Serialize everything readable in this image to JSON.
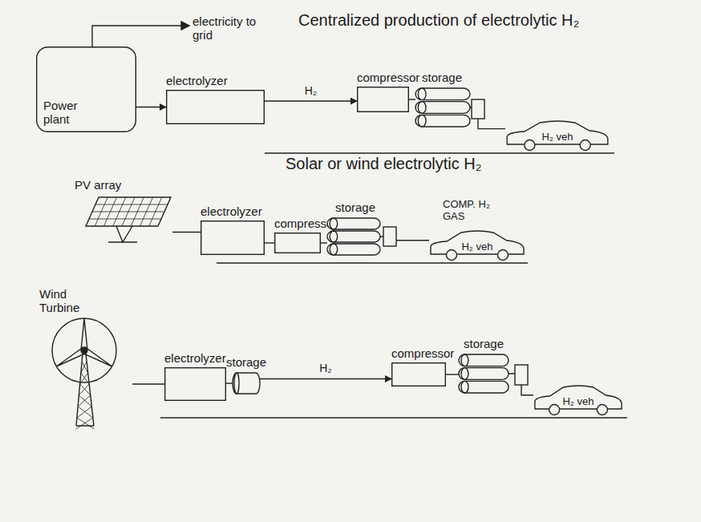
{
  "diagram": {
    "title": "Centralized production of electrolytic H₂",
    "nodes": [
      {
        "text": [
          "Power plant"
        ]
      },
      {
        "text": [
          "electrolyzer"
        ]
      },
      {
        "text": [
          "compressor"
        ]
      },
      {
        "text": [
          "storage"
        ]
      },
      {
        "text": [
          "H₂ veh"
        ]
      },
      {
        "text": [
          "PV array"
        ]
      },
      {
        "text": [
          "electrolyzer"
        ]
      },
      {
        "text": [
          "compressor"
        ]
      },
      {
        "text": [
          "storage"
        ]
      },
      {
        "text": [
          "H₂ veh"
        ]
      },
      {
        "text": [
          "Wind Turbine"
        ]
      },
      {
        "text": [
          "electrolyzer"
        ]
      },
      {
        "text": [
          "storage"
        ]
      },
      {
        "text": [
          "compressor"
        ]
      },
      {
        "text": [
          "storage"
        ]
      },
      {
        "text": [
          "H₂ veh"
        ]
      }
    ],
    "edges": [
      {
        "from": 0,
        "to": 1,
        "arrow": "to"
      },
      {
        "from": 1,
        "to": 2,
        "label": "H₂",
        "arrow": "to"
      },
      {
        "from": 2,
        "to": 3,
        "arrow": "none"
      },
      {
        "from": 3,
        "to": 4,
        "arrow": "none"
      },
      {
        "from": 5,
        "to": 6,
        "arrow": "none"
      },
      {
        "from": 6,
        "to": 7,
        "arrow": "none"
      },
      {
        "from": 7,
        "to": 8,
        "arrow": "none"
      },
      {
        "from": 8,
        "to": 9,
        "arrow": "none"
      },
      {
        "from": 10,
        "to": 11,
        "arrow": "none"
      },
      {
        "from": 11,
        "to": 12,
        "arrow": "none"
      },
      {
        "from": 12,
        "to": 13,
        "label": "H₂",
        "arrow": "to"
      },
      {
        "from": 13,
        "to": 14,
        "arrow": "none"
      },
      {
        "from": 14,
        "to": 15,
        "arrow": "none"
      }
    ],
    "labels": [
      "electricity to grid",
      "Solar or wind electrolytic H₂",
      "COMP. H₂ GAS"
    ]
  }
}
